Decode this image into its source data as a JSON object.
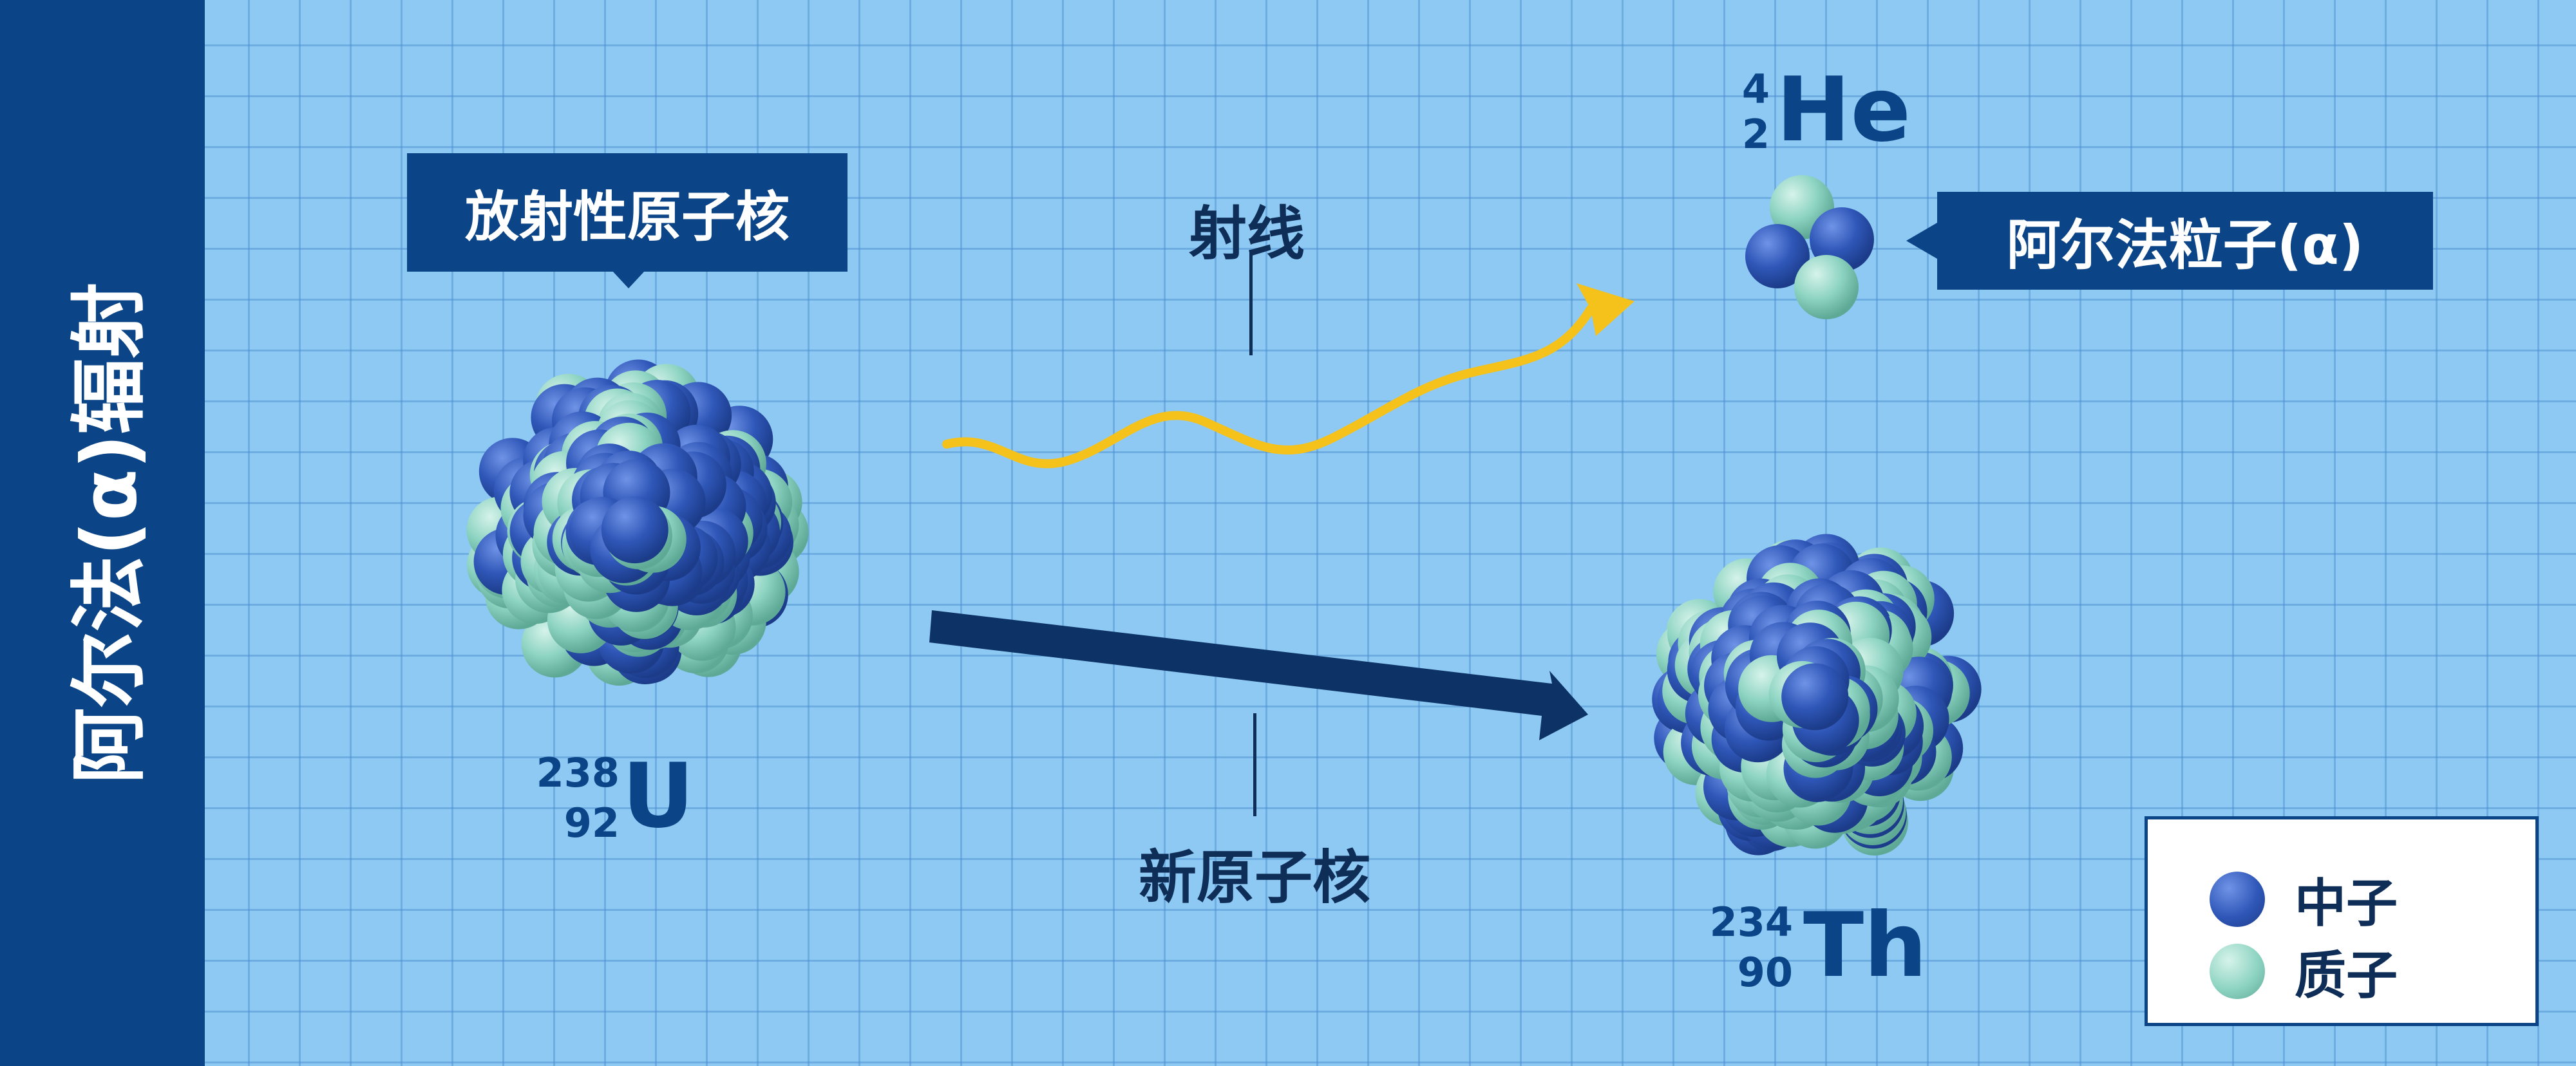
{
  "title": "阿尔法(α)辐射",
  "callouts": {
    "radioactive_nucleus": "放射性原子核",
    "alpha_particle": "阿尔法粒子(α)"
  },
  "labels": {
    "ray": "射线",
    "new_nucleus": "新原子核"
  },
  "isotopes": {
    "he": {
      "mass": "4",
      "z": "2",
      "symbol": "He"
    },
    "u": {
      "mass": "238",
      "z": "92",
      "symbol": "U"
    },
    "th": {
      "mass": "234",
      "z": "90",
      "symbol": "Th"
    }
  },
  "legend": {
    "neutron": "中子",
    "proton": "质子"
  },
  "colors": {
    "sidebar": "#0b4587",
    "background": "#8ec9f4",
    "neutron": "#2f57b8",
    "proton": "#8ed4c2",
    "wave": "#f4c21b",
    "arrow": "#0d3366"
  }
}
